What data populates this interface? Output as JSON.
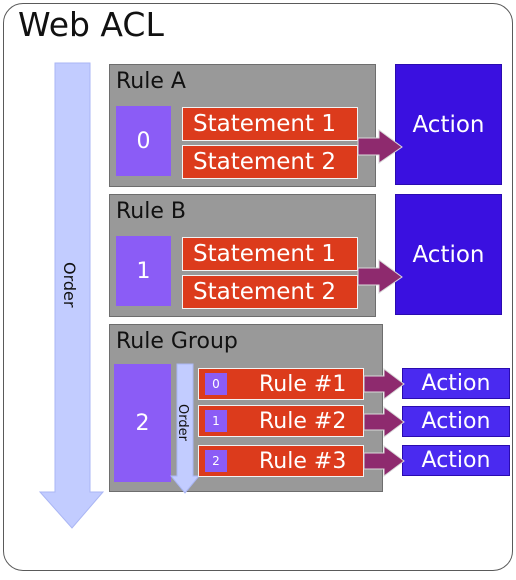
{
  "title": "Web ACL",
  "order_label": "Order",
  "group_order_label": "Order",
  "colors": {
    "order_arrow": "#c2ccff",
    "rule_box": "#999999",
    "order_number_box": "#8b5cf6",
    "statement": "#dc3b1c",
    "action": "#3a10e0",
    "connector_arrow": "#8e2a6e"
  },
  "rules": [
    {
      "title": "Rule A",
      "order": "0",
      "statements": [
        "Statement 1",
        "Statement 2"
      ],
      "action": "Action"
    },
    {
      "title": "Rule B",
      "order": "1",
      "statements": [
        "Statement 1",
        "Statement 2"
      ],
      "action": "Action"
    }
  ],
  "rule_group": {
    "title": "Rule Group",
    "order": "2",
    "rules": [
      {
        "order": "0",
        "label": "Rule #1",
        "action": "Action"
      },
      {
        "order": "1",
        "label": "Rule #2",
        "action": "Action"
      },
      {
        "order": "2",
        "label": "Rule #3",
        "action": "Action"
      }
    ]
  }
}
